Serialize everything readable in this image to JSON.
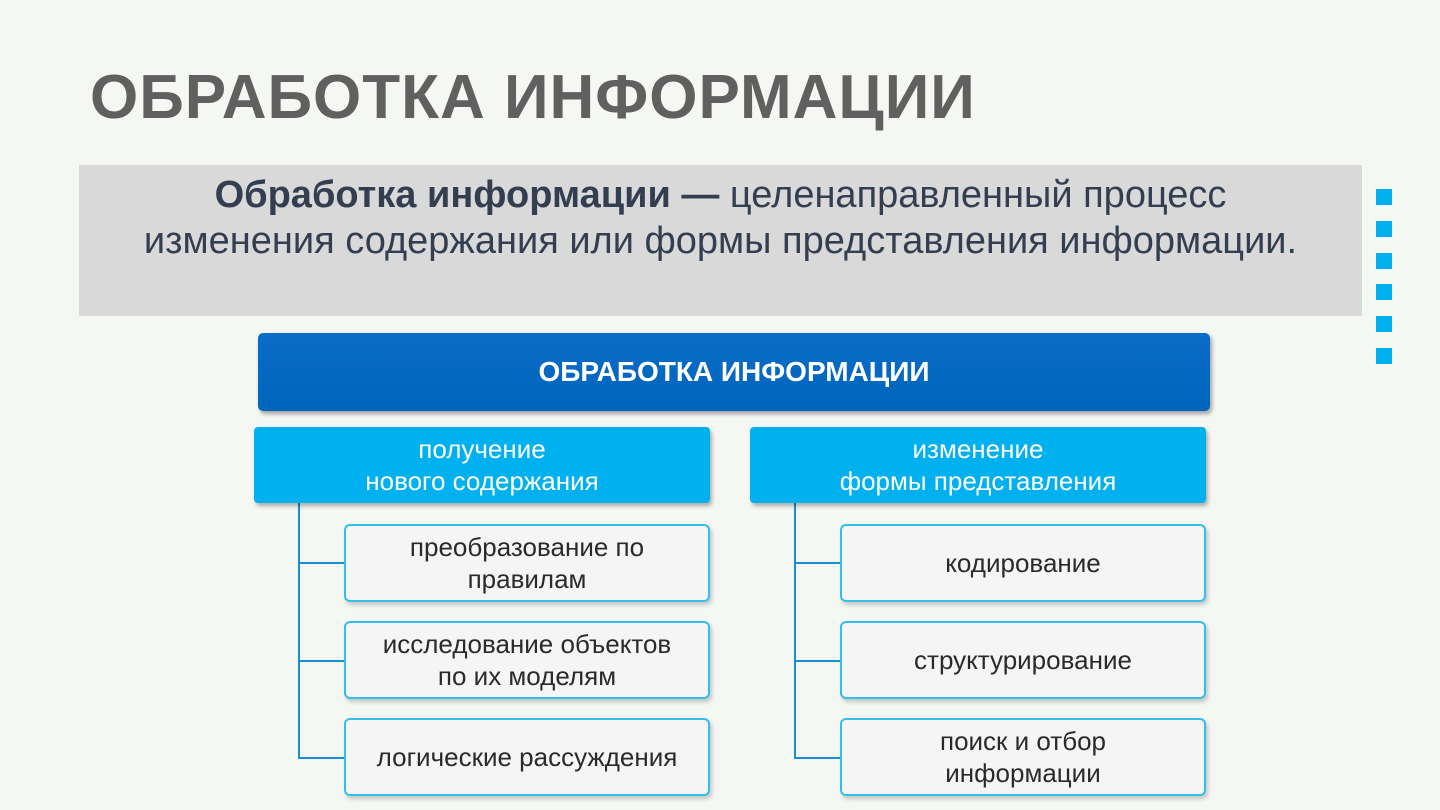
{
  "slide": {
    "title": "ОБРАБОТКА ИНФОРМАЦИИ",
    "definition": {
      "term": "Обработка информации —",
      "text": " целенаправленный процесс изменения содержания или формы представления информации."
    }
  },
  "diagram": {
    "root": "ОБРАБОТКА ИНФОРМАЦИИ",
    "branches": [
      {
        "label": "получение\nнового содержания",
        "items": [
          "преобразование по\nправилам",
          "исследование объектов\nпо их моделям",
          "логические рассуждения"
        ]
      },
      {
        "label": "изменение\nформы представления",
        "items": [
          "кодирование",
          "структурирование",
          "поиск и отбор\nинформации"
        ]
      }
    ]
  },
  "colors": {
    "background": "#f5f7f3",
    "title_text": "#5f605f",
    "definition_band": "#d9d9d9",
    "root_box": "#0064bd",
    "category_box": "#00b0ef",
    "item_border": "#33bfee",
    "decor_squares": "#00b0f0"
  }
}
